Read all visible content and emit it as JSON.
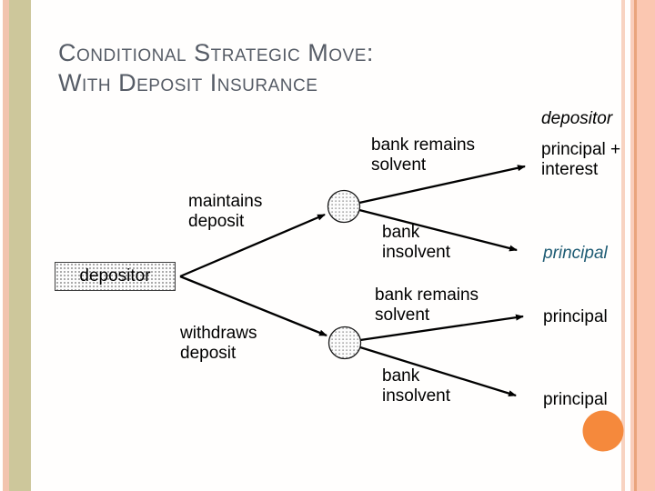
{
  "title": {
    "line1": "Conditional Strategic Move:",
    "line2": "With Deposit Insurance"
  },
  "payoff_column": {
    "header": "depositor"
  },
  "tree": {
    "root_label": "depositor",
    "decision_branches": {
      "maintains": "maintains deposit",
      "withdraws": "withdraws deposit"
    },
    "chance_branches": {
      "upper_solvent": "bank remains solvent",
      "upper_insolvent": "bank insolvent",
      "lower_solvent": "bank remains solvent",
      "lower_insolvent": "bank insolvent"
    },
    "payoffs": {
      "upper_solvent": "principal + interest",
      "upper_insolvent": "principal",
      "lower_solvent": "principal",
      "lower_insolvent": "principal"
    }
  },
  "colors": {
    "title_text": "#565C66",
    "payoff_highlight_text": "#1F5C74",
    "accent_circle": "#F5893C",
    "stripe_left_pink": "#F2C4AE",
    "stripe_left_tan": "#CDC79B",
    "stripe_right_light": "#F8D3C1",
    "stripe_right_main": "#FBC7B1",
    "stripe_right_dark": "#E9A47D"
  }
}
